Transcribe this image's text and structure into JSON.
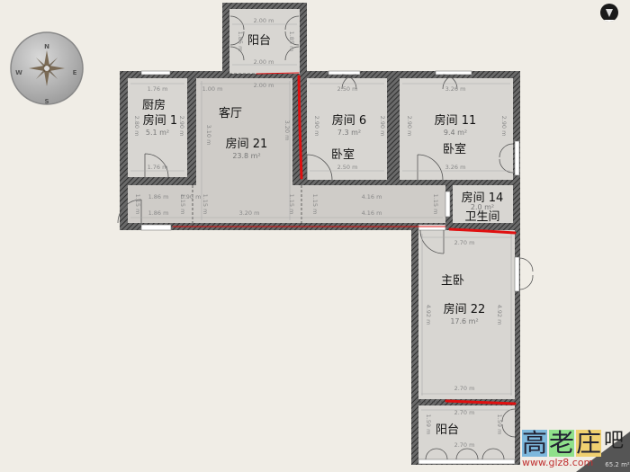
{
  "rooms": {
    "balcony_top": "阳台",
    "kitchen_name": "厨房",
    "kitchen_room": "房间 1",
    "kitchen_area": "5.1 m²",
    "living_name": "客厅",
    "living_room": "房间 21",
    "living_area": "23.8 m²",
    "room6": "房间 6",
    "room6_area": "7.3 m²",
    "room6_name": "卧室",
    "room11": "房间 11",
    "room11_area": "9.4 m²",
    "room11_name": "卧室",
    "room14": "房间 14",
    "room14_area": "2.0 m²",
    "room14_name": "卫生间",
    "master_name": "主卧",
    "room22": "房间 22",
    "room22_area": "17.6 m²",
    "balcony_bottom": "阳台"
  },
  "dims": {
    "bt_top": "2.00 m",
    "bt_left": "1.85 m",
    "bt_right": "1.85 m",
    "bt_bottom": "2.00 m",
    "lv_top_left": "1.00 m",
    "lv_top": "2.00 m",
    "lv_left": "3.10 m",
    "lv_right": "3.20 m",
    "k_top": "1.76 m",
    "k_left": "2.80 m",
    "k_right": "2.90 m",
    "k_bottom": "1.76 m",
    "r6_top": "2.50 m",
    "r6_left": "2.90 m",
    "r6_right": "2.90 m",
    "r6_bottom": "2.50 m",
    "r11_top": "3.26 m",
    "r11_left": "2.90 m",
    "r11_right": "2.90 m",
    "r11_bottom": "3.26 m",
    "c_a": "1.86 m",
    "c_b": "0.90 m",
    "c_c": "1.86 m",
    "c_d": "3.20 m",
    "c_e": "4.16 m",
    "c_f": "4.16 m",
    "c_v1": "1.15 m",
    "c_v2": "1.15 m",
    "c_v3": "1.15 m",
    "c_v4": "1.15 m",
    "c_v5": "1.15 m",
    "c_v6": "1.15 m",
    "m_top": "2.70 m",
    "m_left": "4.92 m",
    "m_right": "4.92 m",
    "m_bottom": "2.70 m",
    "bb_top": "2.70 m",
    "bb_left": "1.59 m",
    "bb_right": "1.59 m",
    "bb_bottom": "2.70 m"
  },
  "compass": {
    "n": "N",
    "e": "E",
    "s": "S",
    "w": "W"
  },
  "total_area": "65.2 m²",
  "watermark": {
    "chars": [
      "高",
      "老",
      "庄",
      "吧"
    ],
    "url": "www.glz8.com"
  },
  "colors": {
    "background": "#f0ede6",
    "wall": "#555555",
    "room": "#d8d6d2",
    "living": "#cfccc8",
    "marker": "#e01010"
  },
  "icons": {
    "compass": "compass-rose-icon",
    "menu": "dropdown-arrow-icon"
  }
}
